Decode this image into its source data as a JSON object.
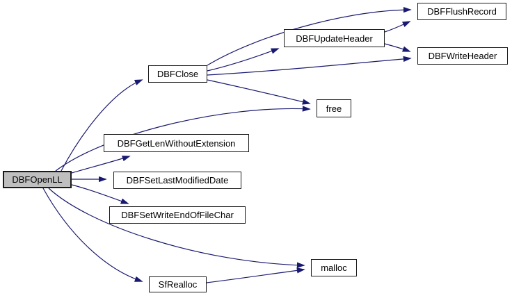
{
  "diagram": {
    "type": "call-graph",
    "root": "DBFOpenLL",
    "colors": {
      "background": "#ffffff",
      "edge": "#191970",
      "node_border": "#1a1a1a",
      "node_fill": "#ffffff",
      "highlight_fill": "#bfbfbf",
      "text": "#000000"
    },
    "nodes": [
      {
        "id": "open",
        "label": "DBFOpenLL",
        "highlighted": true
      },
      {
        "id": "close",
        "label": "DBFClose",
        "highlighted": false
      },
      {
        "id": "flush",
        "label": "DBFFlushRecord",
        "highlighted": false
      },
      {
        "id": "update",
        "label": "DBFUpdateHeader",
        "highlighted": false
      },
      {
        "id": "write",
        "label": "DBFWriteHeader",
        "highlighted": false
      },
      {
        "id": "free",
        "label": "free",
        "highlighted": false
      },
      {
        "id": "getlen",
        "label": "DBFGetLenWithoutExtension",
        "highlighted": false
      },
      {
        "id": "setdate",
        "label": "DBFSetLastModifiedDate",
        "highlighted": false
      },
      {
        "id": "seteof",
        "label": "DBFSetWriteEndOfFileChar",
        "highlighted": false
      },
      {
        "id": "malloc",
        "label": "malloc",
        "highlighted": false
      },
      {
        "id": "sfrealloc",
        "label": "SfRealloc",
        "highlighted": false
      }
    ],
    "edges": [
      {
        "from": "open",
        "to": "close"
      },
      {
        "from": "open",
        "to": "free"
      },
      {
        "from": "open",
        "to": "getlen"
      },
      {
        "from": "open",
        "to": "setdate"
      },
      {
        "from": "open",
        "to": "seteof"
      },
      {
        "from": "open",
        "to": "malloc"
      },
      {
        "from": "open",
        "to": "sfrealloc"
      },
      {
        "from": "close",
        "to": "flush"
      },
      {
        "from": "close",
        "to": "update"
      },
      {
        "from": "close",
        "to": "write"
      },
      {
        "from": "close",
        "to": "free"
      },
      {
        "from": "update",
        "to": "flush"
      },
      {
        "from": "update",
        "to": "write"
      },
      {
        "from": "sfrealloc",
        "to": "malloc"
      }
    ]
  }
}
